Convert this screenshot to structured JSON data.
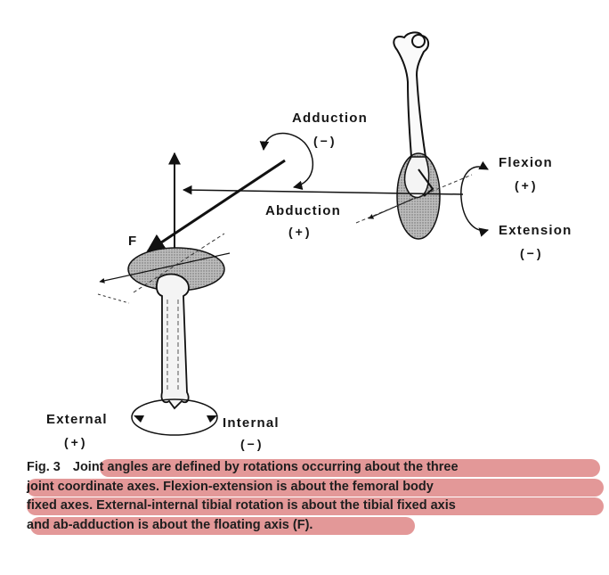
{
  "figure": {
    "labels": {
      "adduction": "Adduction",
      "adduction_sign": "(−)",
      "abduction": "Abduction",
      "abduction_sign": "(+)",
      "flexion": "Flexion",
      "flexion_sign": "(+)",
      "extension": "Extension",
      "extension_sign": "(−)",
      "external": "External",
      "external_sign": "(+)",
      "internal": "Internal",
      "internal_sign": "(−)",
      "floating_axis": "F"
    }
  },
  "caption": {
    "fig_label": "Fig. 3",
    "lines": [
      "Joint angles are defined by rotations occurring about the three",
      "joint coordinate axes. Flexion-extension is about the femoral body",
      "fixed axes. External-internal tibial rotation is about the tibial fixed axis",
      "and ab-adduction is about the floating axis (F)."
    ],
    "highlight_color": "#d87070"
  }
}
